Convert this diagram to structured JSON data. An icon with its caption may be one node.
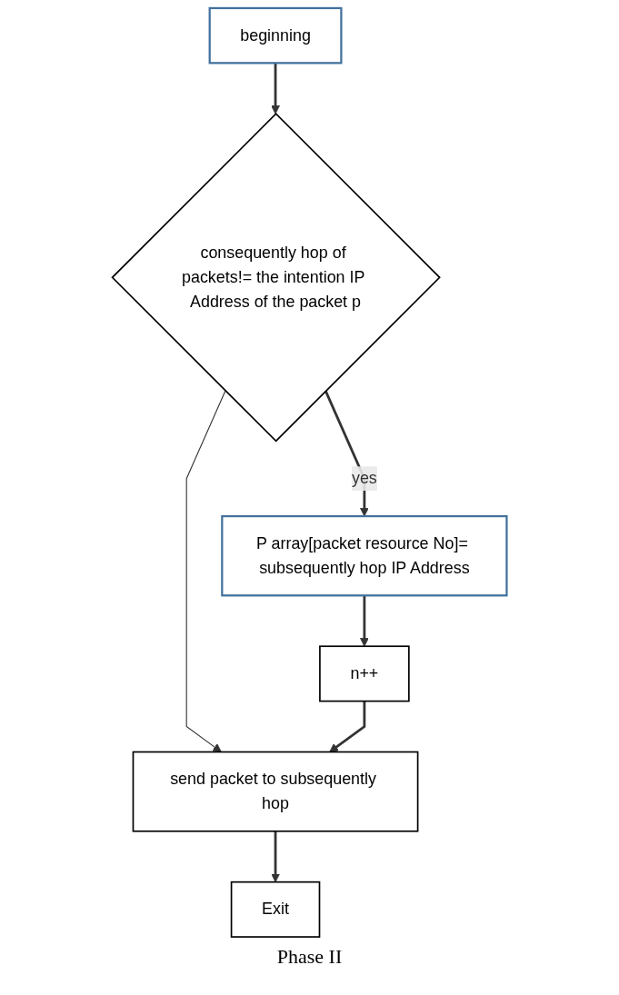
{
  "diagram": {
    "caption": "Phase II",
    "nodes": [
      {
        "text": [
          "beginning"
        ]
      },
      {
        "text": [
          "consequently hop of packets!= the intention IP Address of the packet p"
        ]
      },
      {
        "text": [
          "P array[packet resource No]= subsequently hop IP Address"
        ]
      },
      {
        "text": [
          "n++"
        ]
      },
      {
        "text": [
          "send packet to subsequently hop"
        ]
      },
      {
        "text": [
          "Exit"
        ]
      }
    ],
    "edges": [
      {
        "from": 0,
        "to": 1,
        "arrow": "to"
      },
      {
        "from": 1,
        "to": 2,
        "arrow": "to",
        "label": "yes"
      },
      {
        "from": 2,
        "to": 3,
        "arrow": "to"
      },
      {
        "from": 1,
        "to": 4,
        "arrow": "to"
      },
      {
        "from": 3,
        "to": 4,
        "arrow": "to"
      },
      {
        "from": 4,
        "to": 5,
        "arrow": "to"
      }
    ]
  }
}
